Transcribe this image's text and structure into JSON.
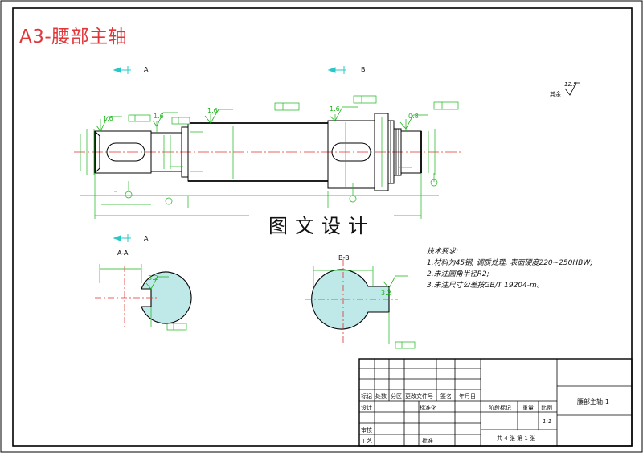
{
  "drawing_title": "A3-腰部主轴",
  "watermark": "图文设计",
  "section_markers": {
    "a_top": "A",
    "b_top": "B",
    "a_bottom": "A",
    "view_aa": "A-A",
    "view_bb": "B-B"
  },
  "roughness": {
    "general_note": "其余",
    "general_value": "12.5",
    "values": [
      "1.6",
      "1.6",
      "1.6",
      "1.6",
      "0.8",
      "3.2",
      "3.2"
    ]
  },
  "tech_requirements": {
    "heading": "技术要求:",
    "items": [
      "1.材料为45钢, 调质处理, 表面硬度220~250HBW;",
      "2.未注圆角半径R2;",
      "3.未注尺寸公差按GB/T 19204-m。"
    ]
  },
  "title_block": {
    "part_name": "腰部主轴-1",
    "row_headers": [
      "标记",
      "处数",
      "分区",
      "更改文件号",
      "签名",
      "年月日"
    ],
    "design": "设计",
    "standardize": "标准化",
    "check": "审核",
    "process": "工艺",
    "approve": "批准",
    "stage_mark": "阶段标记",
    "weight": "重量",
    "scale": "比例",
    "scale_value": "1:1",
    "sheet_info": "共 4 张 第 1 张"
  }
}
